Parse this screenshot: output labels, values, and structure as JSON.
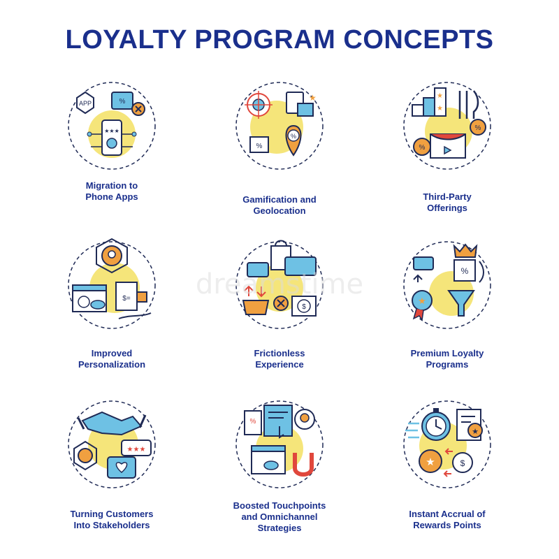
{
  "title": "LOYALTY PROGRAM CONCEPTS",
  "watermark": "dreamstime",
  "colors": {
    "outline": "#1f2a55",
    "accent_blue": "#6ec1e4",
    "accent_yellow": "#f5e57a",
    "accent_orange": "#f0a040",
    "accent_red": "#e0473c",
    "title": "#1a2f8c"
  },
  "concepts": [
    {
      "label": "Migration to\nPhone Apps",
      "icon": "phone-app-icon",
      "badge": "APP"
    },
    {
      "label": "Gamification and\nGeolocation",
      "icon": "gamification-icon",
      "badge": "%"
    },
    {
      "label": "Third-Party\nOfferings",
      "icon": "third-party-icon",
      "badge": "%"
    },
    {
      "label": "Improved\nPersonalization",
      "icon": "personalization-icon",
      "badge": "$="
    },
    {
      "label": "Frictionless\nExperience",
      "icon": "frictionless-icon",
      "badge": "$"
    },
    {
      "label": "Premium Loyalty\nPrograms",
      "icon": "premium-loyalty-icon",
      "badge": "%"
    },
    {
      "label": "Turning Customers\nInto Stakeholders",
      "icon": "stakeholders-icon",
      "badge": "★★★"
    },
    {
      "label": "Boosted Touchpoints\nand Omnichannel\nStrategies",
      "icon": "touchpoints-icon",
      "badge": "%"
    },
    {
      "label": "Instant Accrual of\nRewards Points",
      "icon": "rewards-points-icon",
      "badge": "$"
    }
  ]
}
